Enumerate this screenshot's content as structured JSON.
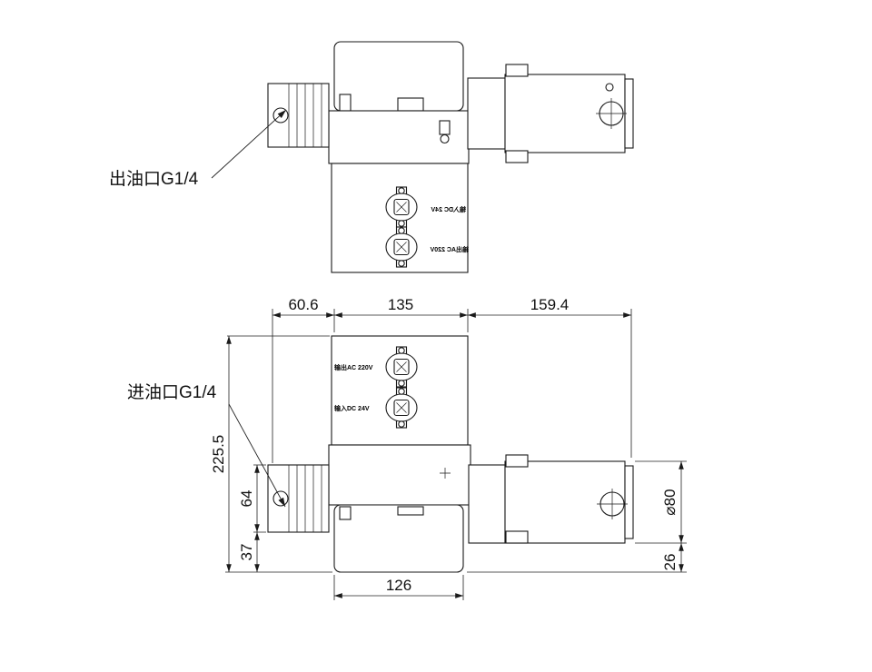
{
  "sheet": {
    "background": "#ffffff",
    "line_color": "#1a1a1a"
  },
  "labels": {
    "outlet_port": "出油口G1/4",
    "inlet_port": "进油口G1/4",
    "connector_ac": "输出AC 220V",
    "connector_dc": "输入DC 24V"
  },
  "dimensions": {
    "fin_section_width": "60.6",
    "body_width": "135",
    "motor_length": "159.4",
    "total_height": "225.5",
    "fin_section_height": "64",
    "tank_height": "37",
    "tank_width": "126",
    "motor_diameter": "⌀80",
    "bottom_offset": "26"
  }
}
